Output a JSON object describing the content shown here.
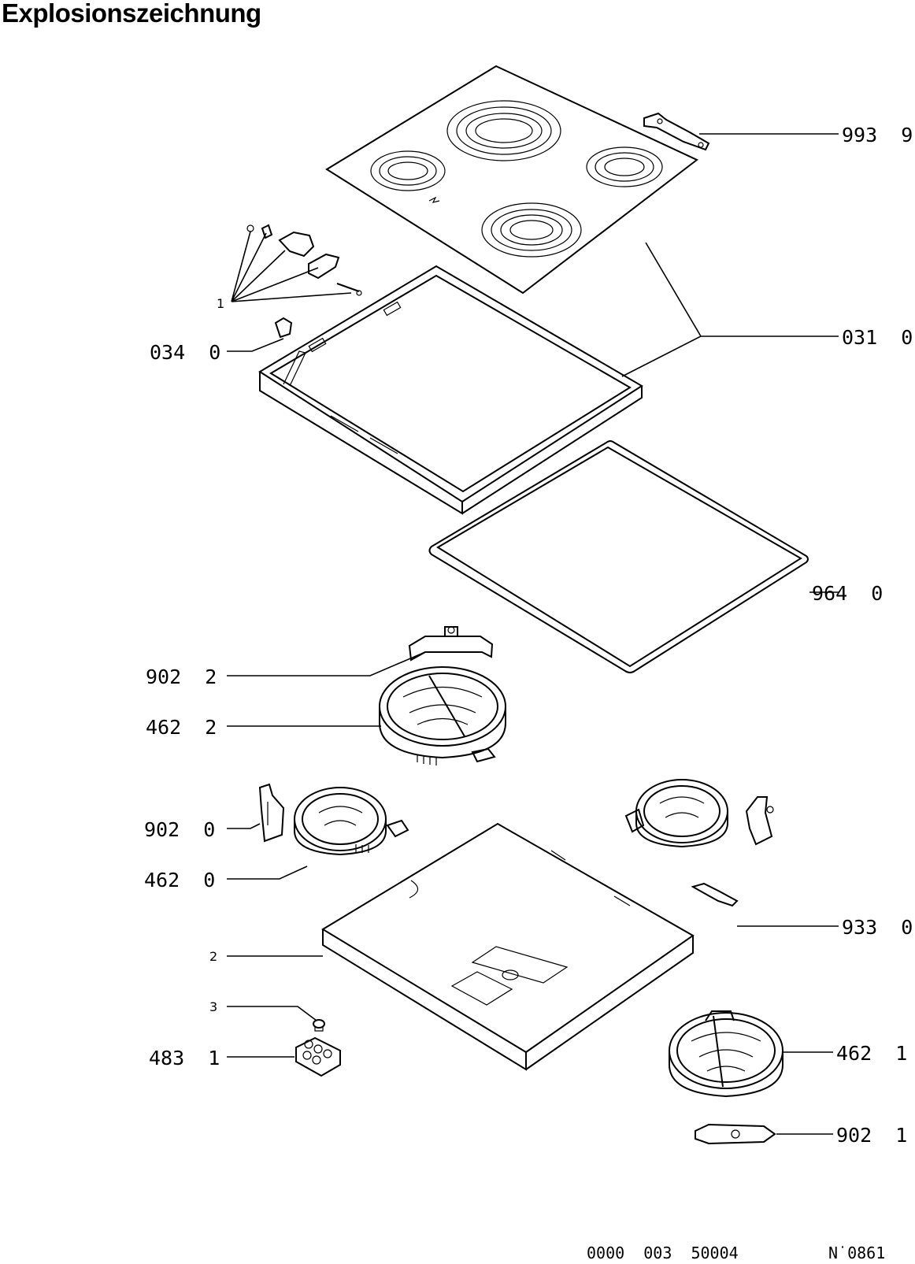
{
  "title": "Explosionszeichnung",
  "callouts": {
    "glass_top": "993  9",
    "frame": "031  0",
    "bracket": "034  0",
    "seal": "964  0",
    "holder_large": "902  2",
    "heater_large": "462  2",
    "holder_left": "902  0",
    "heater_left": "462  0",
    "clip": "933  0",
    "tray": "2",
    "cap": "3",
    "terminal_block": "483  1",
    "heater_front": "462  1",
    "holder_front": "902  1",
    "screw_set": "1"
  },
  "footer": {
    "doc_number": "0000  003  50004",
    "sheet": "N˙0861"
  }
}
